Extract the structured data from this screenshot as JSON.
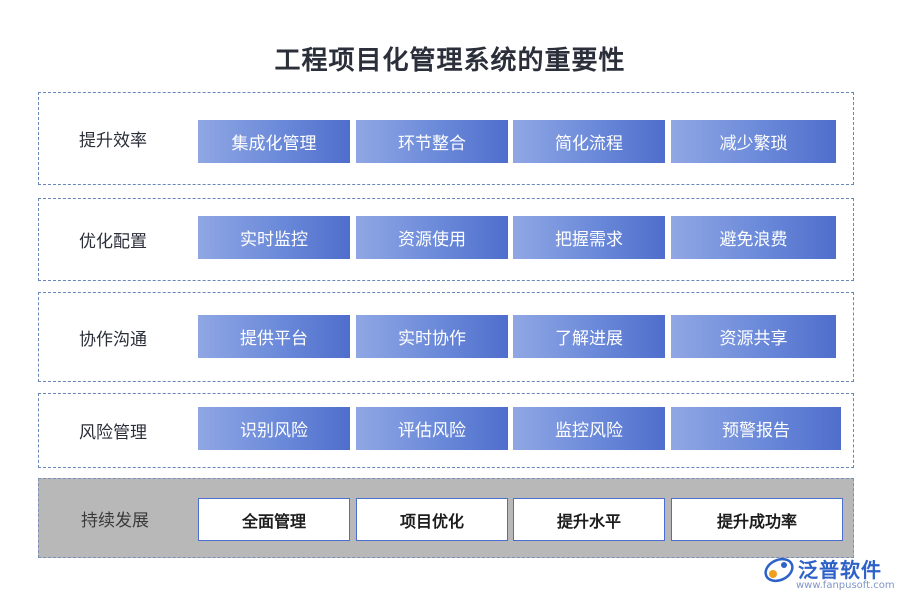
{
  "title": "工程项目化管理系统的重要性",
  "rows": [
    {
      "label": "提升效率",
      "items": [
        "集成化管理",
        "环节整合",
        "简化流程",
        "减少繁琐"
      ]
    },
    {
      "label": "优化配置",
      "items": [
        "实时监控",
        "资源使用",
        "把握需求",
        "避免浪费"
      ]
    },
    {
      "label": "协作沟通",
      "items": [
        "提供平台",
        "实时协作",
        "了解进展",
        "资源共享"
      ]
    },
    {
      "label": "风险管理",
      "items": [
        "识别风险",
        "评估风险",
        "监控风险",
        "预警报告"
      ]
    },
    {
      "label": "持续发展",
      "items": [
        "全面管理",
        "项目优化",
        "提升水平",
        "提升成功率"
      ]
    }
  ],
  "logo": {
    "name": "泛普软件",
    "url": "www.fanpusoft.com"
  },
  "colors": {
    "box_start": "#90a7e4",
    "box_end": "#4f6ecc",
    "border": "#6a86b8",
    "gray_row": "#b8b8b8"
  }
}
